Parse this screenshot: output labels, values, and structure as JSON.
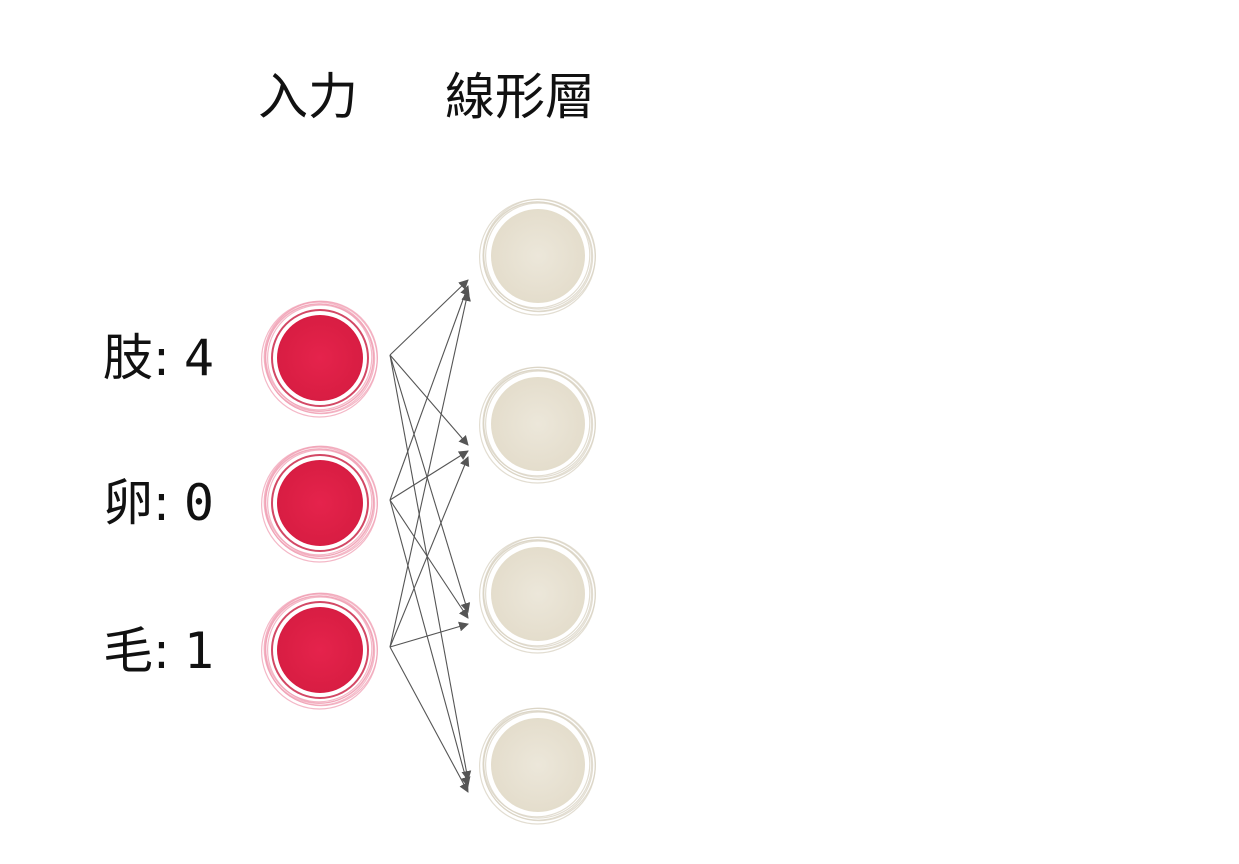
{
  "layers": {
    "input_title": "入力",
    "linear_title": "線形層"
  },
  "inputs": [
    {
      "name": "肢",
      "value": "4"
    },
    {
      "name": "卵",
      "value": "0"
    },
    {
      "name": "毛",
      "value": "1"
    }
  ],
  "linear_node_count": 4,
  "colors": {
    "input_node": "#e0234a",
    "input_ring": "#f0a0b4",
    "linear_node": "#e9e4d6",
    "linear_ring": "#d8d2c2",
    "edge": "#555555"
  }
}
